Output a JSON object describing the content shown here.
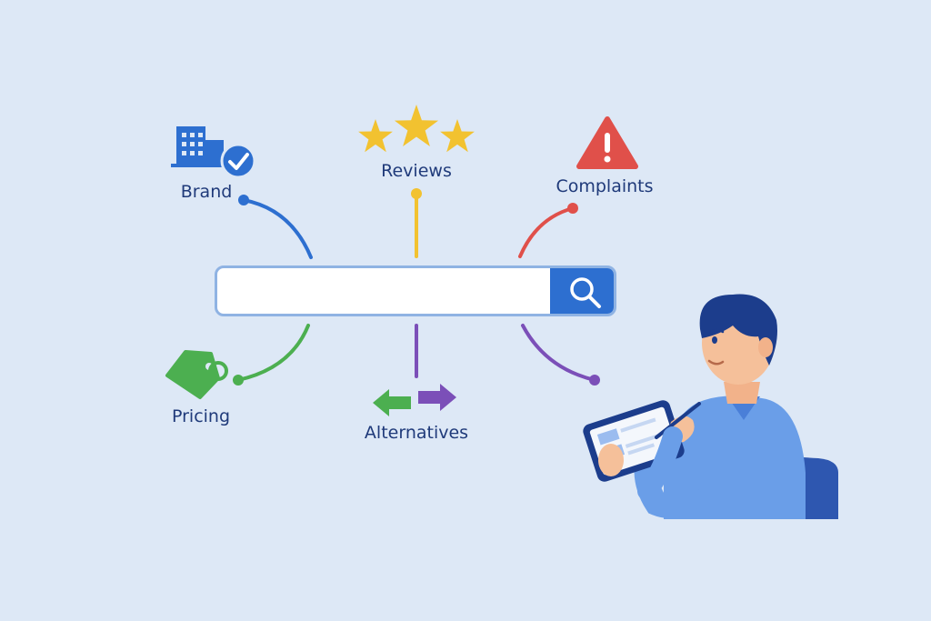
{
  "nodes": {
    "brand": "Brand",
    "reviews": "Reviews",
    "complaints": "Complaints",
    "pricing": "Pricing",
    "alternatives": "Alternatives"
  },
  "search": {
    "placeholder": ""
  },
  "colors": {
    "background": "#dde8f6",
    "brand": "#2d6fd0",
    "reviews": "#f2c230",
    "complaints": "#e0504a",
    "pricing": "#4caf50",
    "alternatives": "#7b4fb8",
    "search_button": "#2d6fd0",
    "label_text": "#1f3a7a"
  },
  "icons": {
    "brand": "building-check-icon",
    "reviews": "stars-icon",
    "complaints": "warning-triangle-icon",
    "pricing": "price-tag-icon",
    "alternatives": "swap-arrows-icon",
    "search": "magnifier-icon"
  }
}
